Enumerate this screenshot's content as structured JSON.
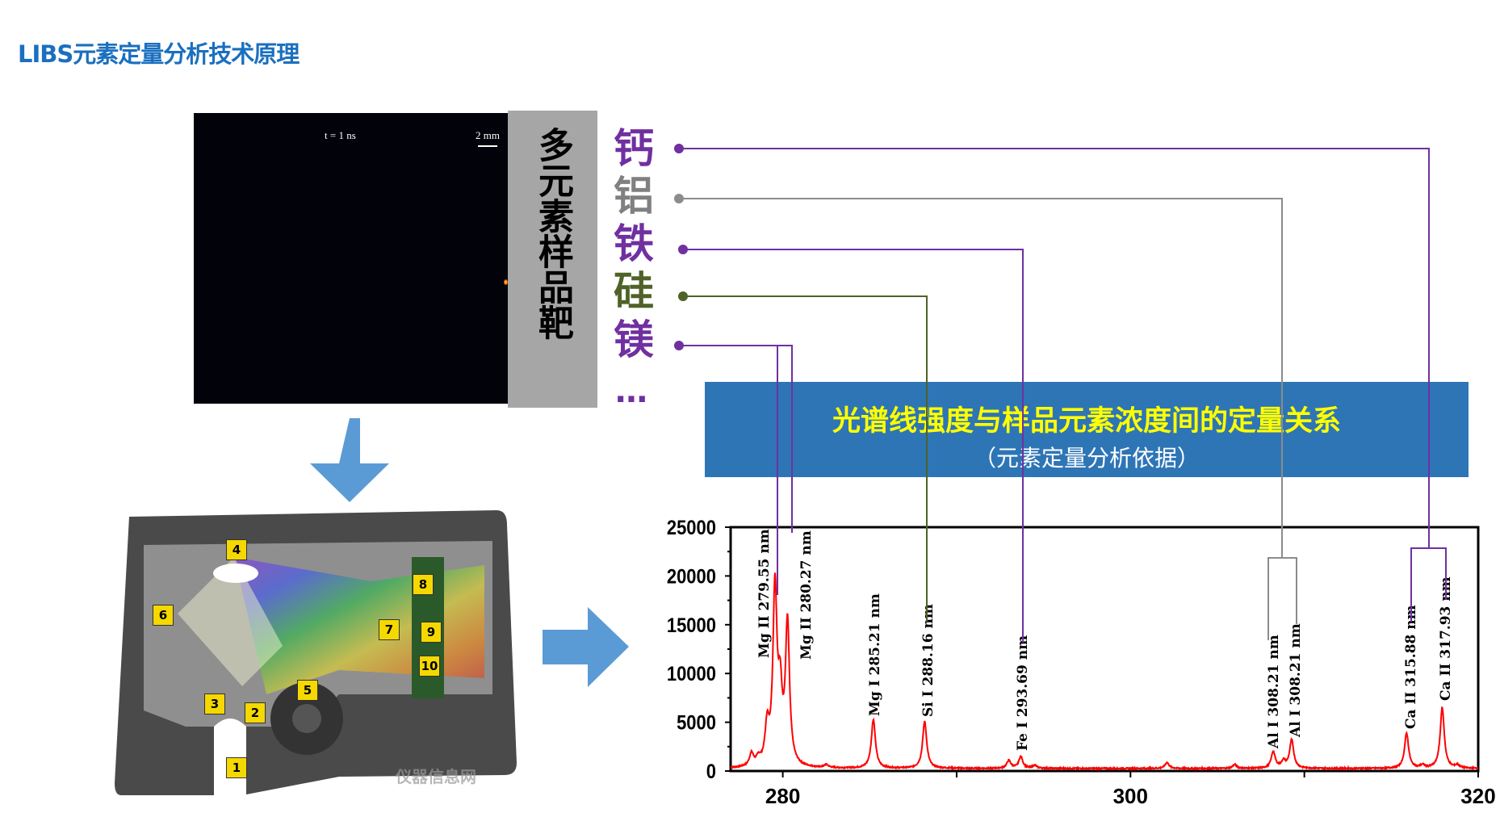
{
  "title": "LIBS元素定量分析技术原理",
  "plume_image": {
    "time_label": "t = 1 ns",
    "scale_label": "2 mm"
  },
  "target_label": "多元素样品靶",
  "elements": [
    {
      "name": "钙",
      "color": "#7030a0"
    },
    {
      "name": "铝",
      "color": "#808080"
    },
    {
      "name": "铁",
      "color": "#7030a0"
    },
    {
      "name": "硅",
      "color": "#4f6228"
    },
    {
      "name": "镁",
      "color": "#7030a0"
    },
    {
      "name": "…",
      "color": "#7030a0"
    }
  ],
  "banner": {
    "line1": "光谱线强度与样品元素浓度间的定量关系",
    "line2": "（元素定量分析依据）",
    "color": "#2e75b6"
  },
  "spectrometer": {
    "tags": [
      "1",
      "2",
      "3",
      "4",
      "5",
      "6",
      "7",
      "8",
      "9",
      "10"
    ],
    "watermark": "仪器信息网"
  },
  "chart_data": {
    "type": "line",
    "xlim": [
      277,
      320
    ],
    "ylim": [
      0,
      25000
    ],
    "x_ticks": [
      280,
      300,
      320
    ],
    "y_ticks": [
      0,
      5000,
      10000,
      15000,
      20000,
      25000
    ],
    "x_tick_labels": [
      "280",
      "300",
      "320"
    ],
    "y_tick_labels": [
      "0",
      "5000",
      "10000",
      "15000",
      "20000",
      "25000"
    ],
    "grid": false,
    "line_color": "#ff0000",
    "baseline": 200,
    "peaks": [
      {
        "x": 278.2,
        "y": 1300
      },
      {
        "x": 278.6,
        "y": 700
      },
      {
        "x": 279.1,
        "y": 3800
      },
      {
        "x": 279.55,
        "y": 18000
      },
      {
        "x": 279.85,
        "y": 6500
      },
      {
        "x": 280.27,
        "y": 14500
      },
      {
        "x": 282.5,
        "y": 300
      },
      {
        "x": 285.21,
        "y": 5000
      },
      {
        "x": 288.16,
        "y": 4800
      },
      {
        "x": 293.0,
        "y": 800
      },
      {
        "x": 293.69,
        "y": 1200
      },
      {
        "x": 294.5,
        "y": 300
      },
      {
        "x": 302.1,
        "y": 600
      },
      {
        "x": 306.0,
        "y": 400
      },
      {
        "x": 308.21,
        "y": 1700
      },
      {
        "x": 308.8,
        "y": 700
      },
      {
        "x": 309.27,
        "y": 2900
      },
      {
        "x": 315.88,
        "y": 3600
      },
      {
        "x": 316.8,
        "y": 300
      },
      {
        "x": 317.93,
        "y": 6200
      },
      {
        "x": 318.8,
        "y": 300
      }
    ],
    "annotations": [
      "Mg II 279.55 nm",
      "Mg II 280.27 nm",
      "Mg I 285.21 nm",
      "Si I 288.16 nm",
      "Fe I 293.69 nm",
      "Al I 308.21 nm",
      "Al I 308.21 nm",
      "Ca II 315.88 nm",
      "Ca II 317.93 nm"
    ]
  }
}
